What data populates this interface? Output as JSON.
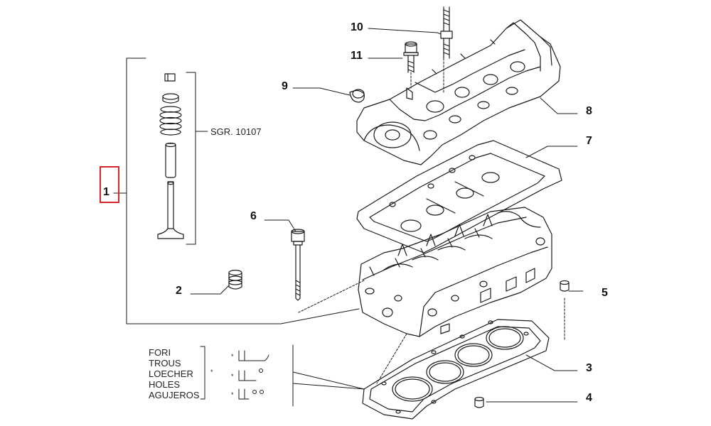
{
  "callouts": {
    "c1": "1",
    "c2": "2",
    "c3": "3",
    "c4": "4",
    "c5": "5",
    "c6": "6",
    "c7": "7",
    "c8": "8",
    "c9": "9",
    "c10": "10",
    "c11": "11"
  },
  "subgroup_ref": "SGR. 10107",
  "legend": {
    "words": [
      "FORI",
      "TROUS",
      "LOECHER",
      "HOLES",
      "AGUJEROS"
    ],
    "marker": "*"
  },
  "colors": {
    "line": "#1a1a1a",
    "highlight": "#d8262b",
    "background": "#ffffff"
  }
}
